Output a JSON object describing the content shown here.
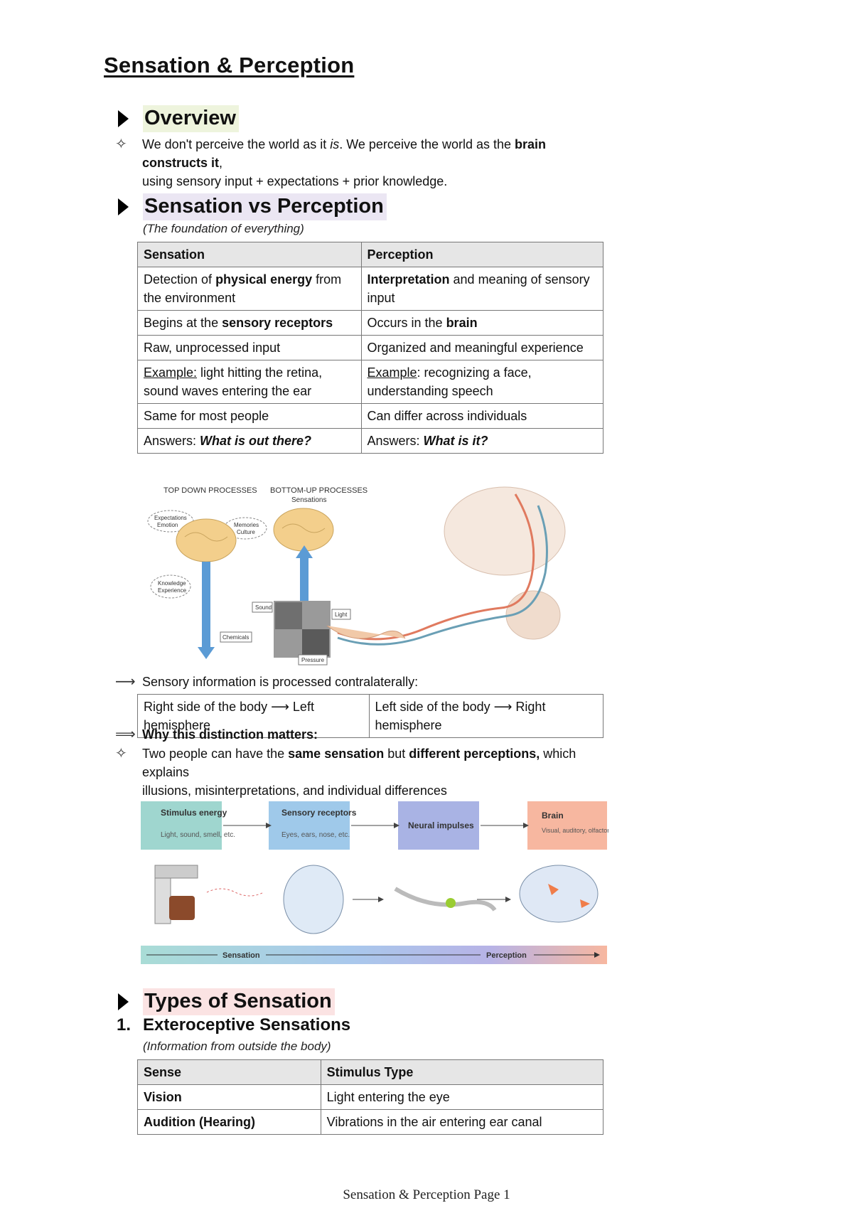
{
  "title": "Sensation & Perception",
  "overview": {
    "heading": "Overview",
    "bullet_1": "We don't perceive the world as it ",
    "bullet_is": "is",
    "bullet_2": ". We perceive the world as the ",
    "bullet_bold": "brain constructs it",
    "bullet_3": ",",
    "bullet_line2": "using sensory input + expectations + prior knowledge."
  },
  "svp": {
    "heading": "Sensation vs Perception",
    "note": "(The foundation of everything)",
    "col_sensation": "Sensation",
    "col_perception": "Perception",
    "r1": {
      "s_pre": "Detection of ",
      "s_bold": "physical energy",
      "s_post": " from the environment",
      "p_bold": "Interpretation",
      "p_post": " and meaning of sensory input"
    },
    "r2": {
      "s_pre": "Begins at the ",
      "s_bold": "sensory receptors",
      "p_pre": "Occurs in the ",
      "p_bold": "brain"
    },
    "r3": {
      "s": "Raw, unprocessed input",
      "p": "Organized and meaningful experience"
    },
    "r4": {
      "s_label": "Example:",
      "s_text": " light hitting the retina, sound waves entering the ear",
      "p_label": "Example",
      "p_text": ": recognizing a face, understanding speech"
    },
    "r5": {
      "s": "Same for most people",
      "p": "Can differ across individuals"
    },
    "r6": {
      "s_pre": "Answers: ",
      "s_q": "What is out there?",
      "p_pre": "Answers: ",
      "p_q": "What is it?"
    }
  },
  "figure1": {
    "top_down": "TOP DOWN PROCESSES",
    "bottom_up": "BOTTOM-UP PROCESSES",
    "sensations": "Sensations",
    "cloud_expect": "Expectations",
    "cloud_emotion": "Emotion",
    "cloud_memories": "Memories",
    "cloud_culture": "Culture",
    "cloud_knowledge": "Knowledge",
    "cloud_experience": "Experience",
    "lbl_sound": "Sound",
    "lbl_light": "Light",
    "lbl_chemicals": "Chemicals",
    "lbl_pressure": "Pressure"
  },
  "contra": {
    "arrow": "⟶",
    "text": "Sensory information is processed contralaterally:",
    "left": "Right side of the body ⟶ Left hemisphere",
    "right": "Left side of the body ⟶ Right hemisphere"
  },
  "why": {
    "arrow": "⟹",
    "heading": "Why this distinction matters:",
    "t1": "Two people can have the ",
    "b1": "same sensation",
    "t2": " but ",
    "b2": "different perceptions,",
    "t3": " which explains",
    "line2": "illusions, misinterpretations, and individual differences"
  },
  "figure2": {
    "box1_title": "Stimulus energy",
    "box1_sub": "Light, sound, smell, etc.",
    "box2_title": "Sensory receptors",
    "box2_sub": "Eyes, ears, nose, etc.",
    "box3_title": "Neural impulses",
    "box4_title": "Brain",
    "box4_sub": "Visual, auditory, olfactory areas",
    "bar_left": "Sensation",
    "bar_right": "Perception"
  },
  "types": {
    "heading": "Types of Sensation",
    "num": "1.",
    "sub": "Exteroceptive Sensations",
    "note": "(Information from outside the body)",
    "col_sense": "Sense",
    "col_stim": "Stimulus Type",
    "rows": [
      {
        "sense": "Vision",
        "stim": "Light entering the eye"
      },
      {
        "sense": "Audition (Hearing)",
        "stim": "Vibrations in the air entering ear canal"
      }
    ]
  },
  "footer": "Sensation & Perception Page 1",
  "colors": {
    "overview_hl": "#eef4dd",
    "svp_hl": "#ebe6f3",
    "types_hl": "#fbe3e3",
    "arrow_blue": "#5b9bd5"
  }
}
